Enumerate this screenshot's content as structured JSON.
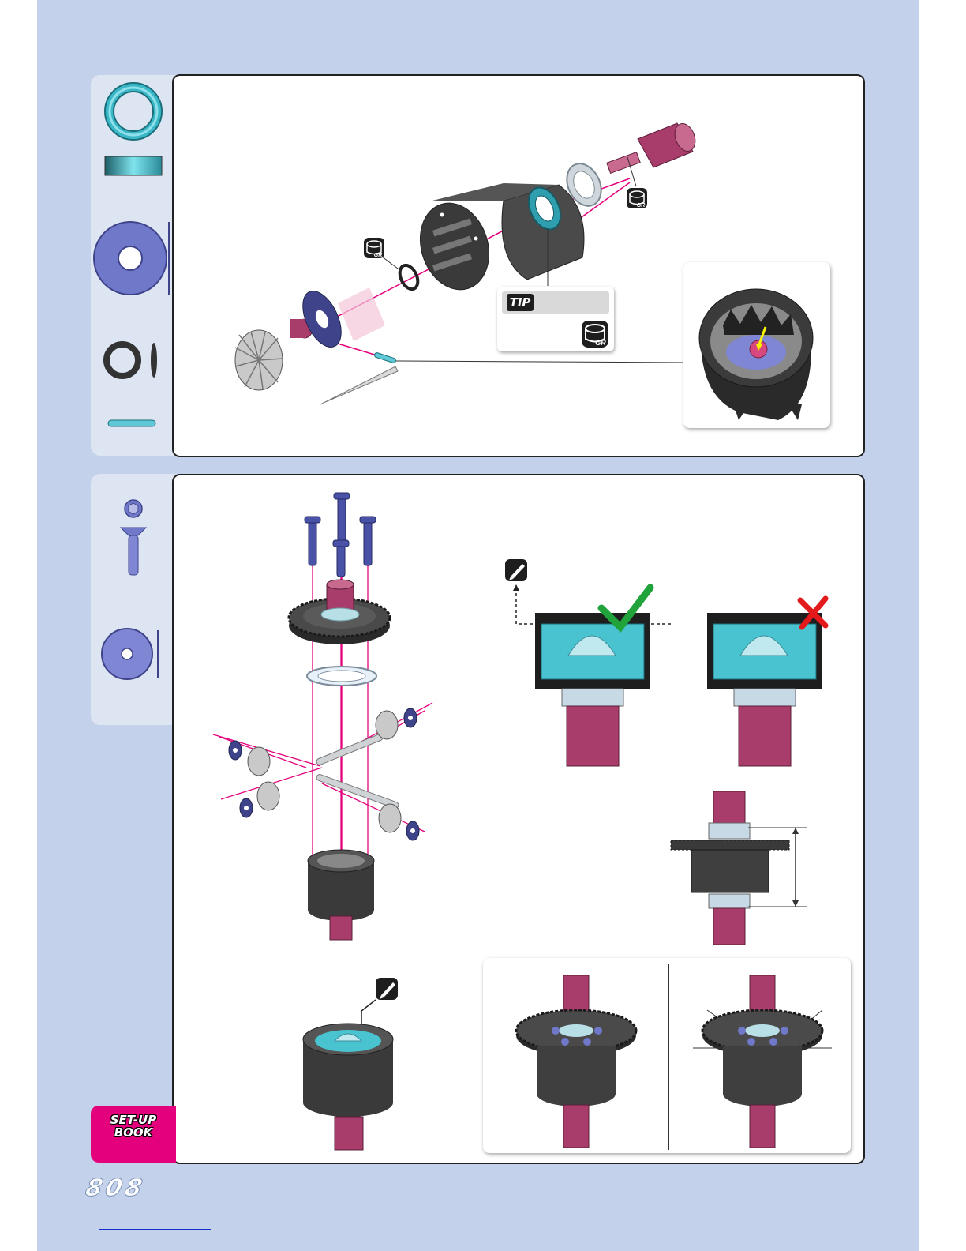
{
  "colors": {
    "page_background": "#c3d1ea",
    "side_tab": "#dde5f3",
    "accent_magenta": "#e4007c",
    "part_teal": "#3bb8c8",
    "part_blue": "#6f78c9",
    "part_maroon": "#a83c6a",
    "part_dark": "#3a3a3a"
  },
  "tip": {
    "label": "TIP"
  },
  "grease_icon": {
    "label": "GR"
  },
  "setup_book": {
    "line1": "SET-UP",
    "line2": "BOOK"
  },
  "brand": {
    "logo_text": "808"
  },
  "icons": {
    "tip": "tip-badge",
    "grease": "grease-jar-icon",
    "marker": "marker-pen-icon",
    "correct": "check-mark-icon",
    "incorrect": "cross-mark-icon"
  }
}
